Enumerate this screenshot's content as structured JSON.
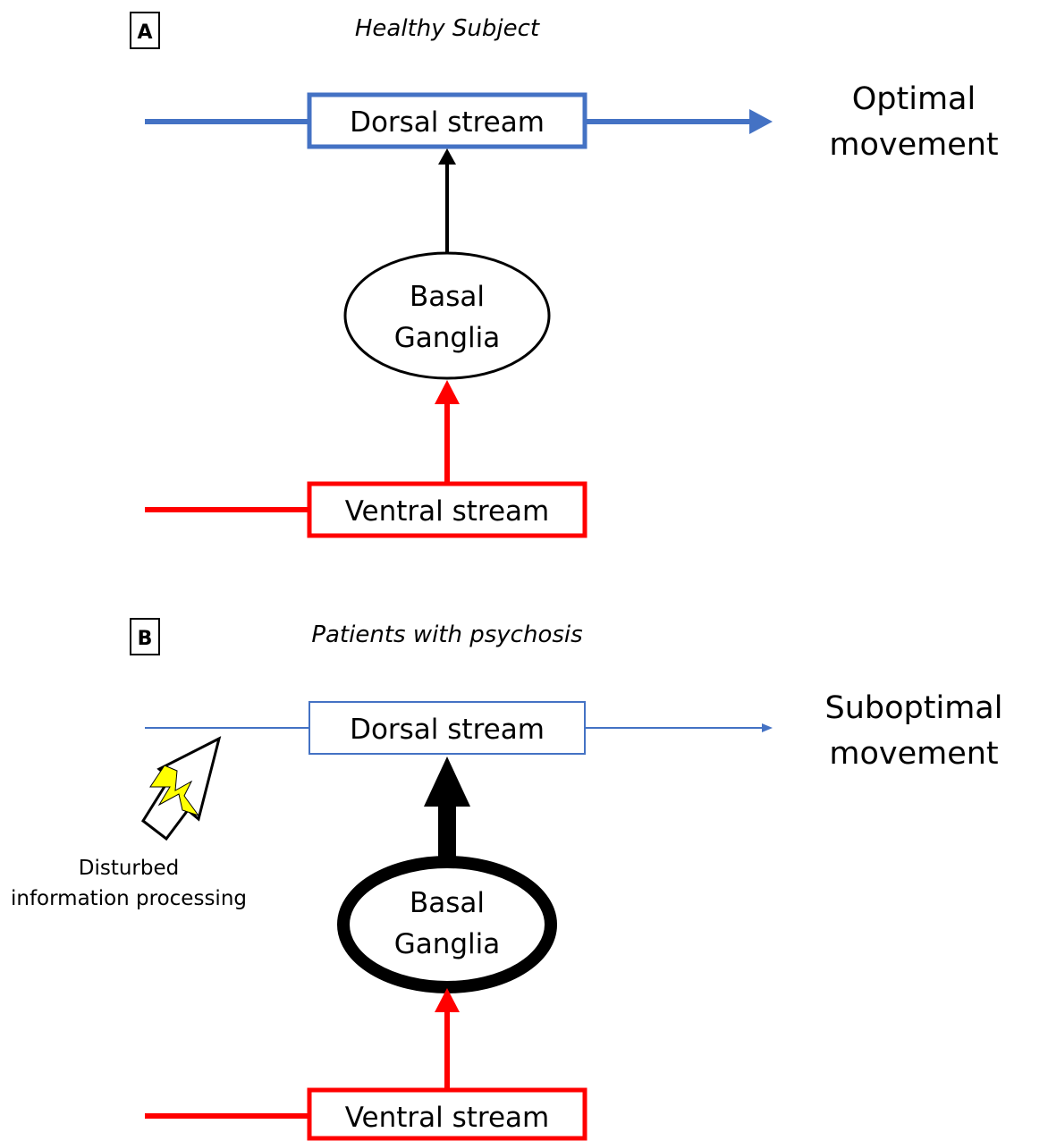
{
  "panel_a": {
    "panel_label": "A",
    "title": "Healthy Subject",
    "dorsal_label": "Dorsal stream",
    "basal_line1": "Basal",
    "basal_line2": "Ganglia",
    "ventral_label": "Ventral stream",
    "outcome_line1": "Optimal",
    "outcome_line2": "movement"
  },
  "panel_b": {
    "panel_label": "B",
    "title": "Patients with psychosis",
    "dorsal_label": "Dorsal stream",
    "basal_line1": "Basal",
    "basal_line2": "Ganglia",
    "ventral_label": "Ventral stream",
    "outcome_line1": "Suboptimal",
    "outcome_line2": "movement",
    "disturbance_line1": "Disturbed",
    "disturbance_line2": "information processing",
    "disturbance_icon": "lightning-bolt-icon"
  },
  "colors": {
    "dorsal": "#4472c4",
    "ventral": "#ff0000",
    "neutral": "#000000",
    "lightning": "#ffff00"
  }
}
